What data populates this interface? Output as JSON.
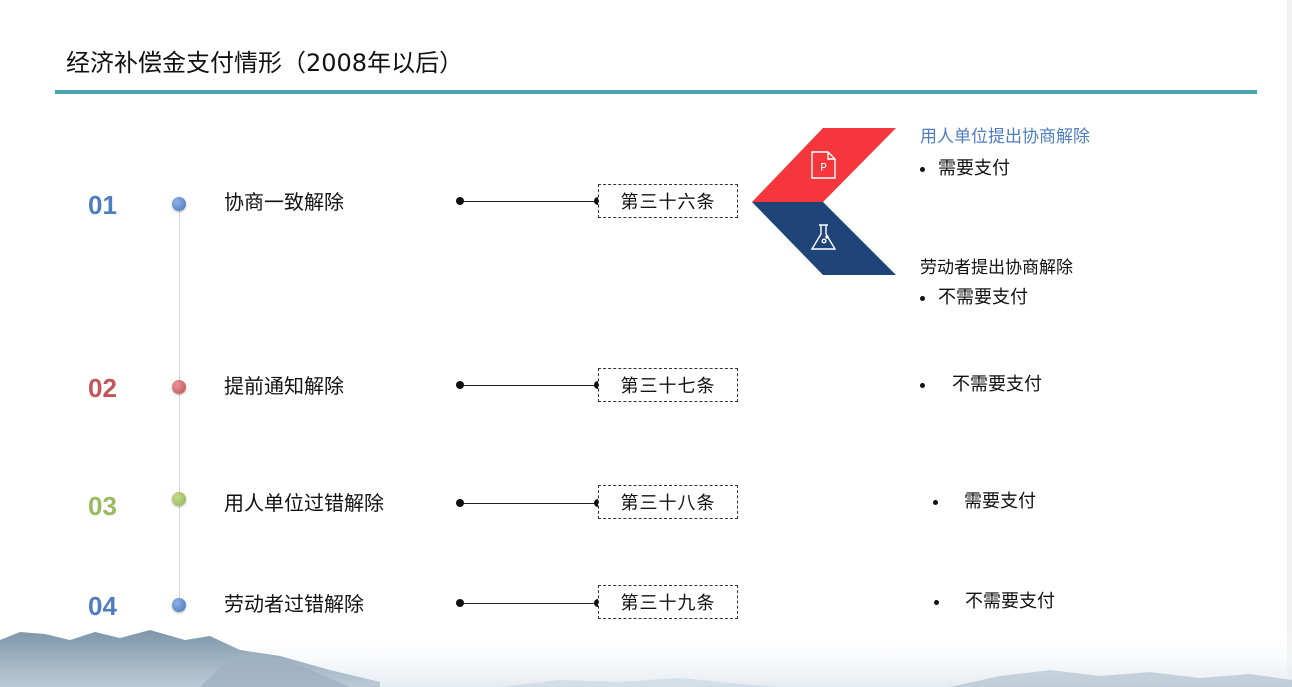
{
  "title": "经济补偿金支付情形（2008年以后）",
  "rows": [
    {
      "num": "01",
      "label": "协商一致解除",
      "article": "第三十六条",
      "color": "#4f7ec0"
    },
    {
      "num": "02",
      "label": "提前通知解除",
      "article": "第三十七条",
      "color": "#c2555a"
    },
    {
      "num": "03",
      "label": "用人单位过错解除",
      "article": "第三十八条",
      "color": "#99bb60"
    },
    {
      "num": "04",
      "label": "劳动者过错解除",
      "article": "第三十九条",
      "color": "#4f7ec0"
    }
  ],
  "negotiation": {
    "employer": {
      "heading": "用人单位提出协商解除",
      "payment": "需要支付",
      "icon": "document-icon",
      "color": "#f5363c"
    },
    "employee": {
      "heading": "劳动者提出协商解除",
      "payment": "不需要支付",
      "icon": "flask-icon",
      "color": "#1f4477"
    }
  },
  "outcomes": {
    "row2": "不需要支付",
    "row3": "需要支付",
    "row4": "不需要支付"
  },
  "colors": {
    "accent_rule": "#4aa3b4"
  }
}
